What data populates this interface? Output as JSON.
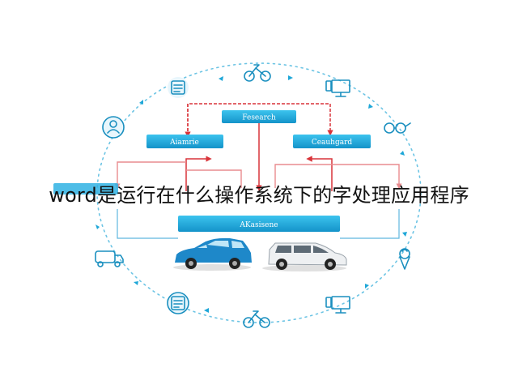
{
  "caption": "word是运行在什么操作系统下的字处理应用程序",
  "boxes": {
    "top": "Fesearch",
    "left": "Aiamrie",
    "right": "Ceauhgard",
    "bottom": "AKasisene"
  },
  "icons": [
    "checklist-icon",
    "bicycle-icon",
    "monitor-icon",
    "user-icon",
    "glasses-icon",
    "van-icon",
    "ice-cream-icon",
    "document-icon",
    "bicycle-icon",
    "monitor-icon"
  ],
  "colors": {
    "accent": "#1fa7d8",
    "arrow_red": "#d9343a",
    "ring": "#6cc4e4",
    "car_blue": "#1e88c9",
    "car_white": "#eef0f2"
  }
}
